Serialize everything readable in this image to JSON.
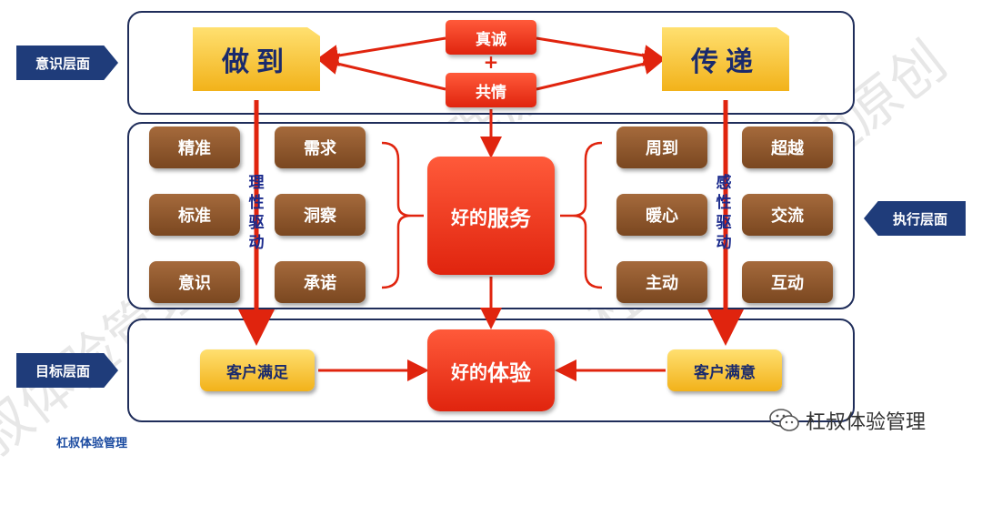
{
  "side_labels": {
    "awareness": "意识层面",
    "execution": "执行层面",
    "goal": "目标层面"
  },
  "top": {
    "do": "做到",
    "convey": "传递",
    "sincere": "真诚",
    "plus": "+",
    "empathy": "共情"
  },
  "middle": {
    "left_items": [
      "精准",
      "需求",
      "标准",
      "洞察",
      "意识",
      "承诺"
    ],
    "right_items": [
      "周到",
      "超越",
      "暖心",
      "交流",
      "主动",
      "互动"
    ],
    "left_driver": "理性驱动",
    "right_driver": "感性驱动",
    "center_prefix": "好的",
    "center_main": "服务"
  },
  "bottom": {
    "left": "客户满足",
    "right": "客户满意",
    "center_prefix": "好的",
    "center_main": "体验"
  },
  "watermark": "杠叔体验管理原创",
  "brand": {
    "icon": "wechat-icon",
    "name": "杠叔体验管理"
  },
  "footer": "杠叔体验管理",
  "colors": {
    "navy": "#1f3c7a",
    "gold": "#f2b21a",
    "red": "#e0240e",
    "brown": "#7a4720"
  }
}
